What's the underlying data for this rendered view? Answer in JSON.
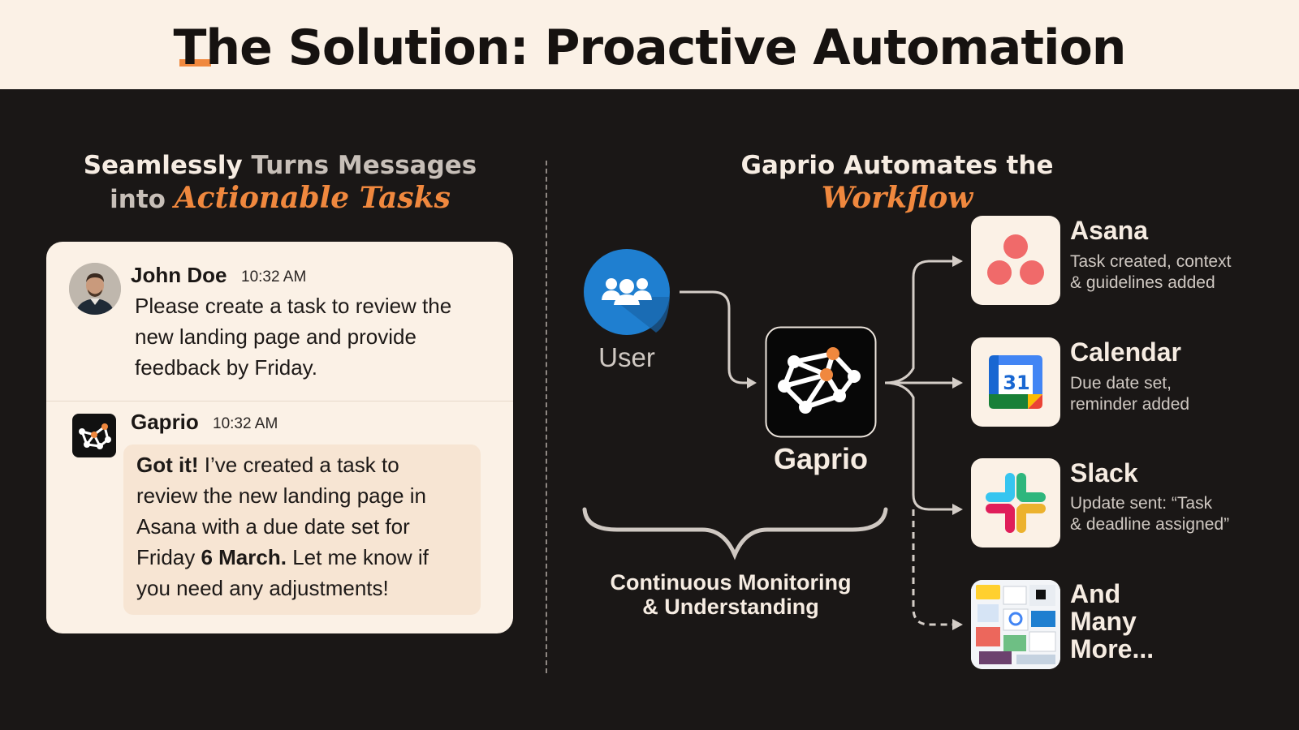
{
  "header": {
    "title": "The Solution: Proactive Automation",
    "accent_color": "#f0883e"
  },
  "left_panel": {
    "title_bold": "Seamlessly",
    "title_muted_1": "Turns Messages",
    "title_muted_2": "into",
    "title_script": "Actionable Tasks"
  },
  "chat": {
    "message_1": {
      "sender": "John Doe",
      "time": "10:32 AM",
      "lines": [
        "Please create a task to review the",
        "new landing page and provide",
        "feedback by Friday."
      ]
    },
    "message_2": {
      "sender": "Gaprio",
      "time": "10:32 AM",
      "bold_lead": "Got it!",
      "line1_rest": " I’ve created a task to",
      "line2": "review the new landing page in",
      "line3": "Asana with a due date set for",
      "line4_pre": "Friday ",
      "line4_bold": "6 March.",
      "line4_post": " Let me know if",
      "line5": "you need any adjustments!"
    }
  },
  "right_panel": {
    "title_plain": "Gaprio Automates the",
    "title_script": "Workflow",
    "user_label": "User",
    "hub_label": "Gaprio",
    "brace_line1": "Continuous Monitoring",
    "brace_line2": "& Understanding",
    "services": [
      {
        "name": "Asana",
        "desc1": "Task created, context",
        "desc2": "& guidelines added",
        "icon": "asana-icon"
      },
      {
        "name": "Calendar",
        "desc1": "Due date set,",
        "desc2": "reminder added",
        "icon": "google-calendar-icon",
        "badge": "31"
      },
      {
        "name": "Slack",
        "desc1": "Update sent: “Task",
        "desc2": "& deadline assigned”",
        "icon": "slack-icon"
      },
      {
        "name_line1": "And",
        "name_line2": "Many",
        "name_line3": "More...",
        "icon": "apps-collage-icon"
      }
    ]
  }
}
